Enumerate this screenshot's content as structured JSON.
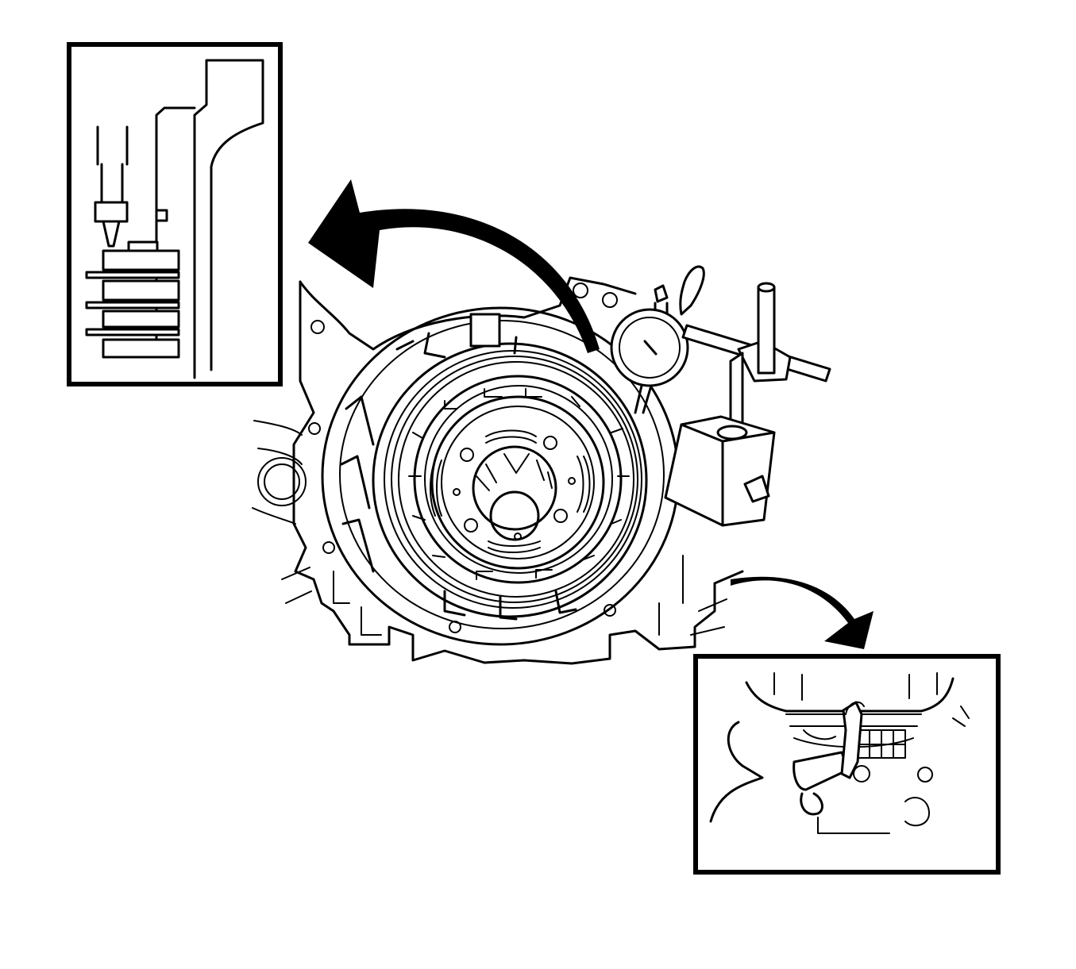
{
  "figure": {
    "background": "#ffffff",
    "line_color": "#000000",
    "panels": [
      {
        "name": "plunger-contact-detail",
        "description_icon": "dial-indicator-plunger-on-clutch-piston-icon"
      },
      {
        "name": "air-gun-detail",
        "description_icon": "compressed-air-gun-icon"
      }
    ],
    "arrows": [
      {
        "name": "piston-lift-arrow",
        "icon": "curved-arrow-icon"
      },
      {
        "name": "air-apply-arrow",
        "icon": "curved-arrow-icon"
      }
    ],
    "main_view": {
      "icon": "transaxle-clutch-drum-icon"
    },
    "tools": [
      {
        "name": "dial-indicator",
        "icon": "dial-gauge-icon"
      },
      {
        "name": "magnetic-base",
        "icon": "magnetic-base-icon"
      }
    ]
  }
}
